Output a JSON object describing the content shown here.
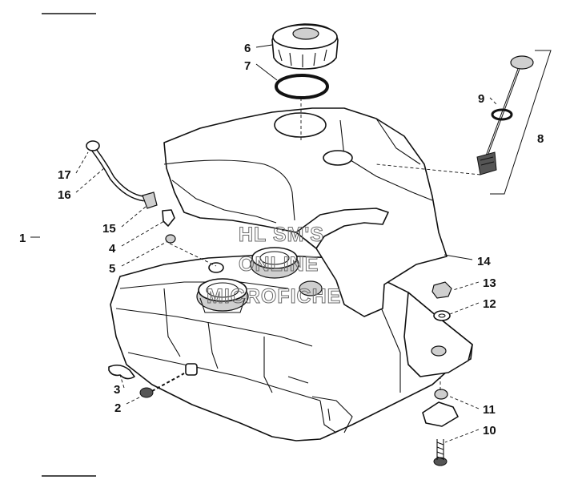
{
  "callouts": {
    "c1": "1",
    "c2": "2",
    "c3": "3",
    "c4": "4",
    "c5": "5",
    "c6": "6",
    "c7": "7",
    "c8": "8",
    "c9": "9",
    "c10": "10",
    "c11": "11",
    "c12": "12",
    "c13": "13",
    "c14": "14",
    "c15": "15",
    "c16": "16",
    "c17": "17"
  },
  "watermark": {
    "line1": "HL SM'S",
    "line2": "ONLINE",
    "line3": "MICROFICHE"
  }
}
